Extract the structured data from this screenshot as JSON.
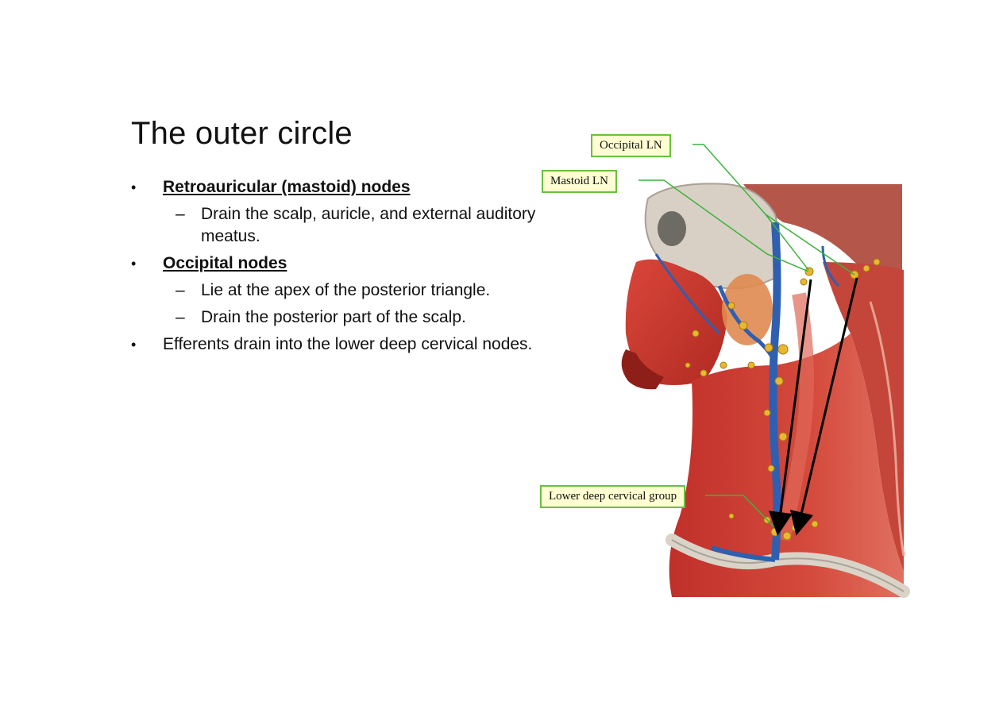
{
  "slide": {
    "title": "The outer circle",
    "bullets": [
      {
        "bullet_glyph": "•",
        "heading": "Retroauricular (mastoid) nodes",
        "subitems": [
          "Drain the scalp, auricle, and external auditory meatus."
        ]
      },
      {
        "bullet_glyph": "•",
        "heading": "Occipital nodes",
        "subitems": [
          "Lie at the apex of the posterior triangle.",
          "Drain the posterior part of the scalp."
        ]
      },
      {
        "bullet_glyph": "•",
        "text": "Efferents drain into the lower deep cervical nodes."
      }
    ],
    "dash_glyph": "–"
  },
  "figure": {
    "callouts": {
      "occipital": "Occipital LN",
      "mastoid": "Mastoid LN",
      "lower": "Lower deep cervical group"
    },
    "colors": {
      "callout_fill": "#ffffd2",
      "callout_border": "#69c040",
      "leader_line": "#3cb43c",
      "muscle": "#c8362c",
      "vein": "#2f5fb0",
      "lymph_node": "#e8b830",
      "bone": "#d8d0c4",
      "arrow": "#000000"
    }
  }
}
